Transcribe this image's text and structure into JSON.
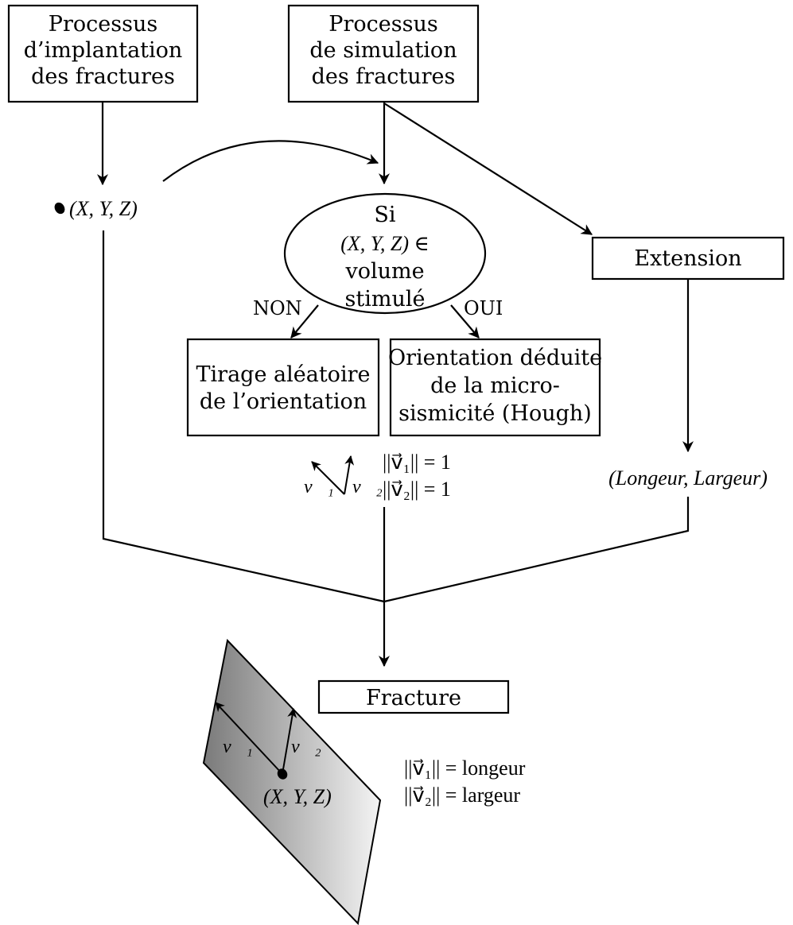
{
  "boxes": {
    "implantation": {
      "lines": [
        "Processus",
        "d’implantation",
        "des fractures"
      ]
    },
    "simulation": {
      "lines": [
        "Processus",
        "de simulation",
        "des fractures"
      ]
    },
    "extension": {
      "lines": [
        "Extension"
      ]
    },
    "tirage": {
      "lines": [
        "Tirage aléatoire",
        "de l’orientation"
      ]
    },
    "orientation": {
      "lines": [
        "Orientation déduite",
        "de la micro-",
        "sismicité (Hough)"
      ]
    },
    "fracture": {
      "lines": [
        "Fracture"
      ]
    }
  },
  "decision": {
    "lines": [
      "Si",
      "(X, Y, Z) ∈",
      "volume",
      "stimulé"
    ]
  },
  "branch_labels": {
    "no": "NON",
    "yes": "OUI"
  },
  "point_label": "(X, Y, Z)",
  "dimensions_label": "(Longeur, Largeur)",
  "unit_vectors": {
    "v1": "v⃗₁",
    "v2": "v⃗₂",
    "norm1": "||v⃗₁|| = 1",
    "norm2": "||v⃗₂|| = 1"
  },
  "fracture_plane": {
    "v1": "v⃗₁",
    "v2": "v⃗₂",
    "center": "(X, Y, Z)",
    "norm1": "||v⃗₁|| = longeur",
    "norm2": "||v⃗₂|| = largeur"
  }
}
